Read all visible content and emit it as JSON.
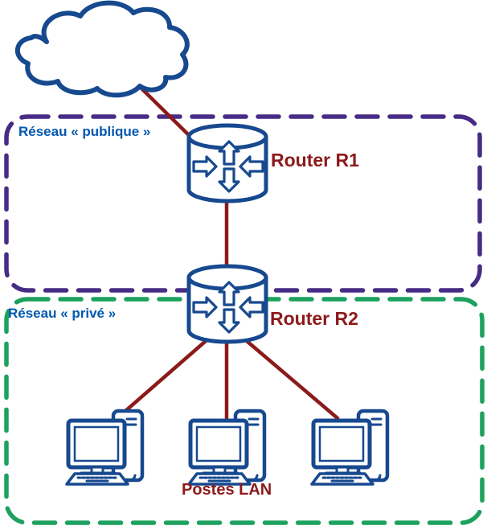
{
  "colors": {
    "device_outline": "#17498F",
    "label_blue": "#0058B0",
    "link_maroon": "#8C1A1A",
    "public_boundary_purple": "#472C85",
    "private_boundary_green": "#1CA15E"
  },
  "labels": {
    "public_network": "Réseau « publique »",
    "private_network": "Réseau « privé »",
    "router_r1": "Router R1",
    "router_r2": "Router R2",
    "workstations": "Postes LAN"
  },
  "diagram": {
    "zones": [
      {
        "id": "public",
        "label": "Réseau « publique »",
        "border_style": "dashed",
        "border_color": "#472C85"
      },
      {
        "id": "private",
        "label": "Réseau « privé »",
        "border_style": "dashed",
        "border_color": "#1CA15E"
      }
    ],
    "nodes": [
      {
        "id": "internet-cloud",
        "type": "cloud"
      },
      {
        "id": "router-r1",
        "type": "router",
        "label": "Router R1",
        "zone": "public"
      },
      {
        "id": "router-r2",
        "type": "router",
        "label": "Router R2",
        "zone": "private"
      },
      {
        "id": "workstation-1",
        "type": "computer",
        "zone": "private"
      },
      {
        "id": "workstation-2",
        "type": "computer",
        "zone": "private"
      },
      {
        "id": "workstation-3",
        "type": "computer",
        "zone": "private"
      }
    ],
    "links": [
      {
        "from": "internet-cloud",
        "to": "router-r1"
      },
      {
        "from": "router-r1",
        "to": "router-r2"
      },
      {
        "from": "router-r2",
        "to": "workstation-1"
      },
      {
        "from": "router-r2",
        "to": "workstation-2"
      },
      {
        "from": "router-r2",
        "to": "workstation-3"
      }
    ]
  }
}
